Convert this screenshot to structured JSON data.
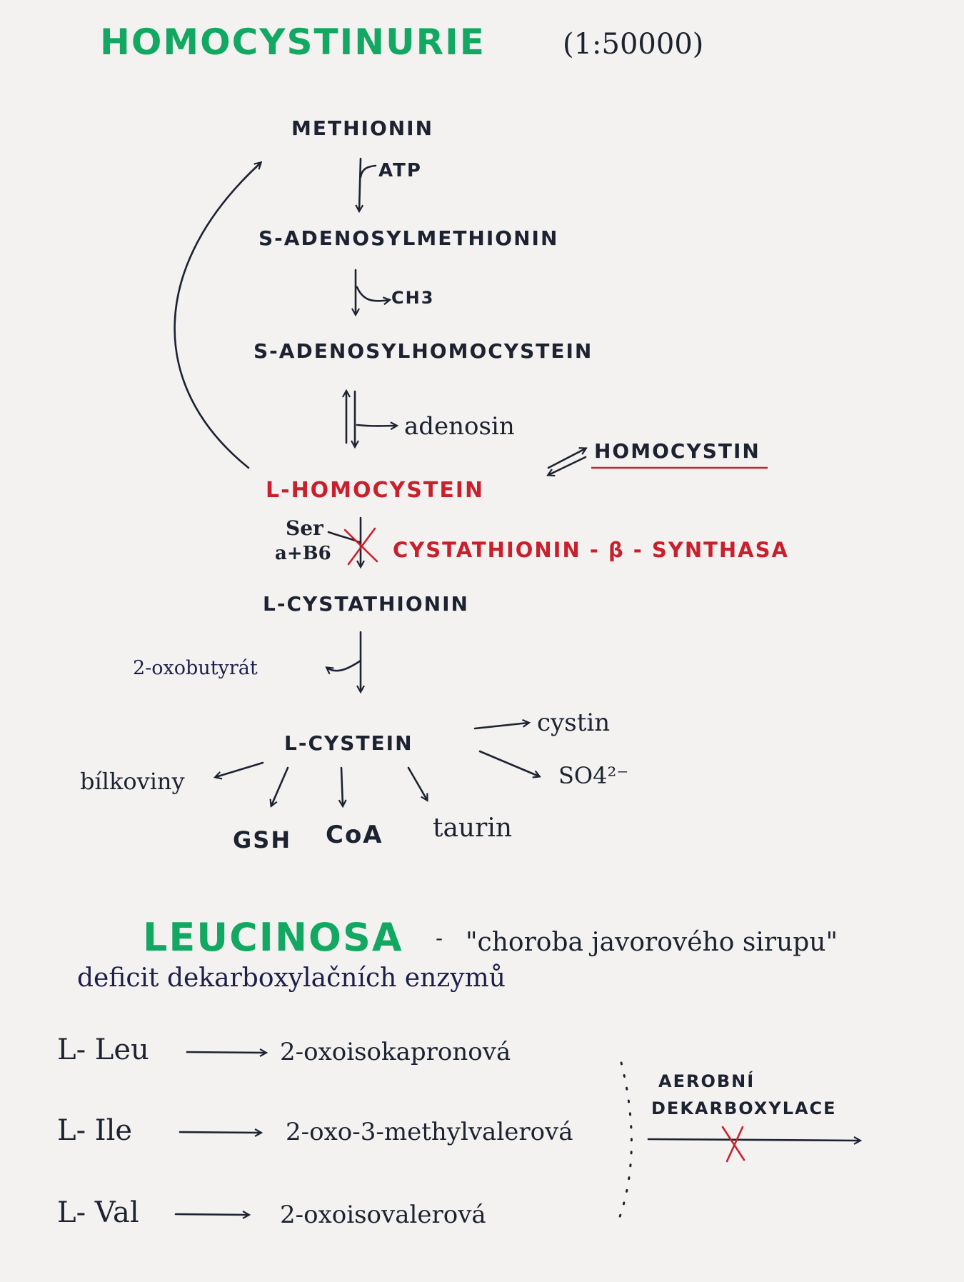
{
  "homocystinurie": {
    "title": "HOMOCYSTINURIE",
    "frequency": "(1:50000)",
    "methionin": "METHIONIN",
    "atp": "ATP",
    "sam": "S-ADENOSYLMETHIONIN",
    "ch3": "CH3",
    "sah": "S-ADENOSYLHOMOCYSTEIN",
    "adenosin": "adenosin",
    "homocystin": "HOMOCYSTIN",
    "homocystein": "L-HOMOCYSTEIN",
    "ser": "Ser",
    "b6": "a+B6",
    "enzyme": "CYSTATHIONIN - β - SYNTHASA",
    "cystathionin": "L-CYSTATHIONIN",
    "oxobutyrat": "2-oxobutyrát",
    "cystein": "L-CYSTEIN",
    "cystin": "cystin",
    "sulfate": "SO4²⁻",
    "bilkoviny": "bílkoviny",
    "gsh": "GSH",
    "coa": "CoA",
    "taurin": "taurin"
  },
  "leucinosa": {
    "title": "LEUCINOSA",
    "dash": "-",
    "subtitle": "\"choroba javorového sirupu\"",
    "deficit": "deficit dekarboxylačních enzymů",
    "rows": [
      {
        "aa": "L- Leu",
        "product": "2-oxoisokapronová"
      },
      {
        "aa": "L- Ile",
        "product": "2-oxo-3-methylvalerová"
      },
      {
        "aa": "L- Val",
        "product": "2-oxoisovalerová"
      }
    ],
    "aerobni": "AEROBNÍ",
    "dekarboxylace": "DEKARBOXYLACE"
  }
}
